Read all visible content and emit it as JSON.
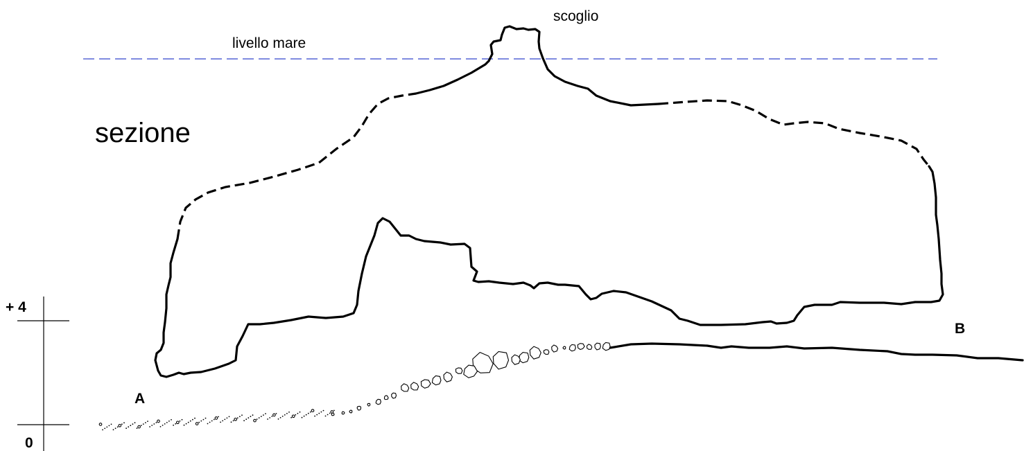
{
  "diagram": {
    "labels": {
      "reef": "scoglio",
      "sea_level": "livello mare",
      "section": "sezione",
      "point_a": "A",
      "point_b": "B"
    },
    "scale": {
      "top_label": "+ 4",
      "bottom_label": "0"
    },
    "colors": {
      "sea_level_line": "#3344cc",
      "outline": "#000000"
    }
  }
}
